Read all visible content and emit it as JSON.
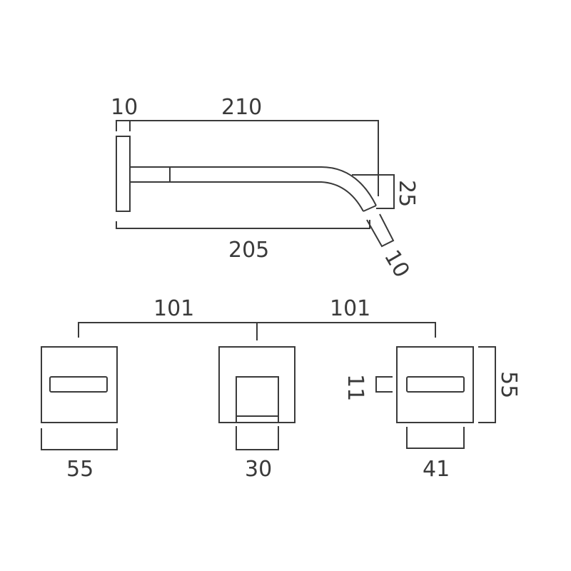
{
  "diagram": {
    "type": "technical-dimension-drawing",
    "subject": "wall-mounted spout and handles",
    "line_color": "#3a3a3a",
    "background": "#ffffff",
    "side_view": {
      "labels": {
        "backplate_thickness": "10",
        "spout_projection_top": "210",
        "spout_projection_bottom": "205",
        "outlet_height": "25",
        "outlet_diameter": "10"
      }
    },
    "front_view": {
      "labels": {
        "spacing_left": "101",
        "spacing_right": "101",
        "left_handle_width": "55",
        "spout_width": "30",
        "right_handle_lever_width": "41",
        "lever_height": "11",
        "handle_plate_height": "55"
      }
    }
  }
}
